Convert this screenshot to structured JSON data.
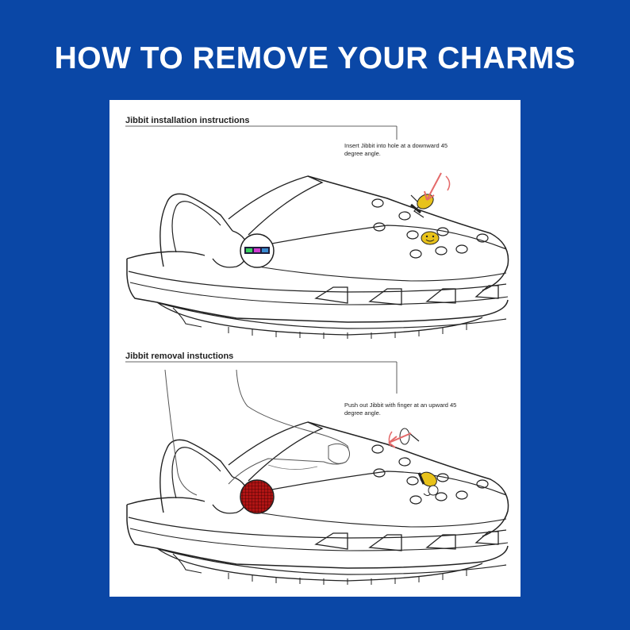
{
  "title": "HOW TO REMOVE YOUR CHARMS",
  "colors": {
    "background": "#0a47a6",
    "panel": "#ffffff",
    "charm_yellow": "#e8c21a",
    "arrow_red": "#e46a6a",
    "removal_charm": "#c81a1a"
  },
  "installation": {
    "heading": "Jibbit installation instructions",
    "note": "Insert Jibbit into hole at a downward 45 degree angle."
  },
  "removal": {
    "heading": "Jibbit removal instuctions",
    "note": "Push out Jibbit with finger at an upward 45 degree angle."
  }
}
